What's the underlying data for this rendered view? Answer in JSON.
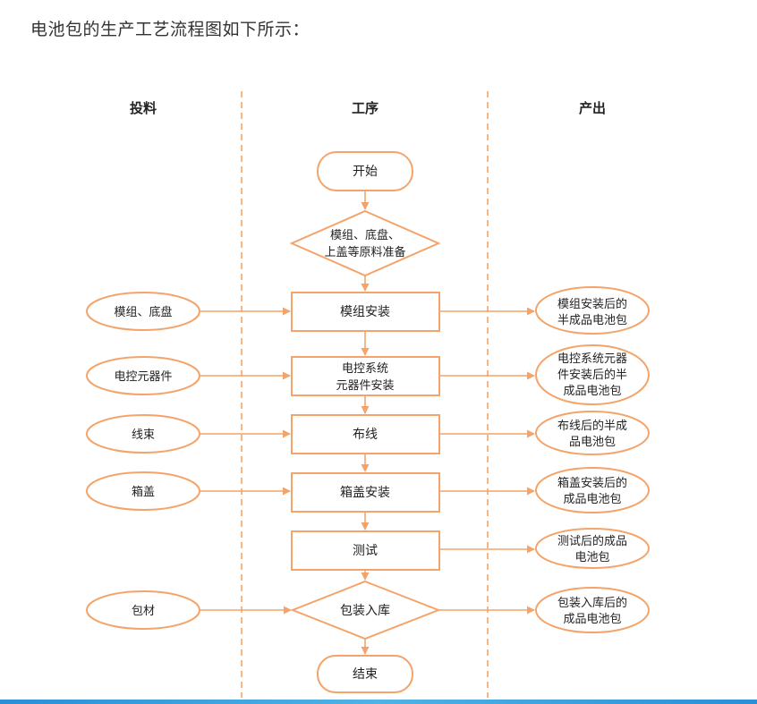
{
  "intro_text": "电池包的生产工艺流程图如下所示：",
  "colors": {
    "accent": "#f4a46a",
    "divider": "#f4a46a",
    "arrow": "#f4a46a",
    "bottom_bar": "#2a8fd6"
  },
  "columns": {
    "input": "投料",
    "process": "工序",
    "output": "产出"
  },
  "terminals": {
    "start": "开始",
    "end": "结束"
  },
  "prep_decision": [
    "模组、底盘、",
    "上盖等原料准备"
  ],
  "steps": [
    {
      "process": [
        "模组安装"
      ],
      "process_shape": "rect",
      "input": "模组、底盘",
      "output": [
        "模组安装后的",
        "半成品电池包"
      ]
    },
    {
      "process": [
        "电控系统",
        "元器件安装"
      ],
      "process_shape": "rect",
      "input": "电控元器件",
      "output": [
        "电控系统元器",
        "件安装后的半",
        "成品电池包"
      ]
    },
    {
      "process": [
        "布线"
      ],
      "process_shape": "rect",
      "input": "线束",
      "output": [
        "布线后的半成",
        "品电池包"
      ]
    },
    {
      "process": [
        "箱盖安装"
      ],
      "process_shape": "rect",
      "input": "箱盖",
      "output": [
        "箱盖安装后的",
        "成品电池包"
      ]
    },
    {
      "process": [
        "测试"
      ],
      "process_shape": "rect",
      "input": "",
      "output": [
        "测试后的成品",
        "电池包"
      ]
    },
    {
      "process": [
        "包装入库"
      ],
      "process_shape": "diamond",
      "input": "包材",
      "output": [
        "包装入库后的",
        "成品电池包"
      ]
    }
  ]
}
